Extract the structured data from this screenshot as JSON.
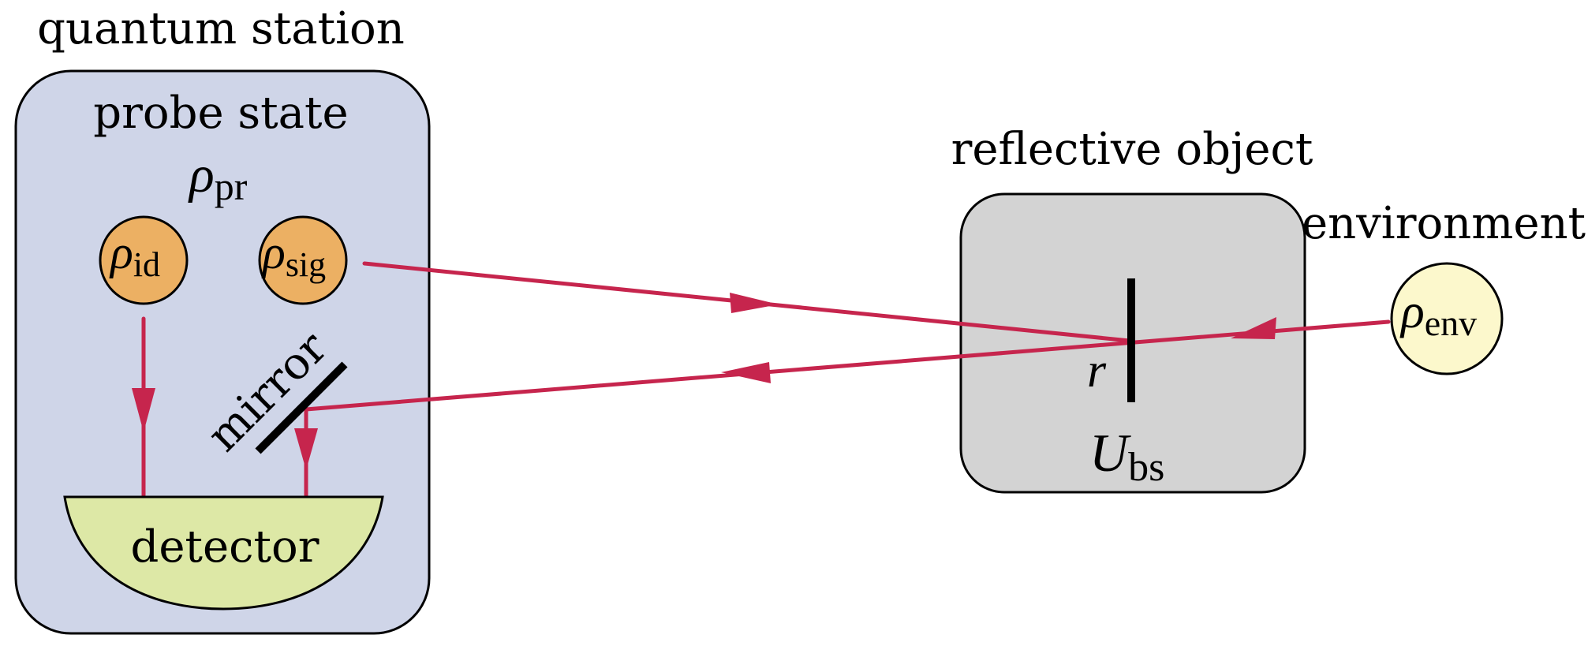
{
  "quantum_station": {
    "title": "quantum station",
    "probe_label": "probe state",
    "probe_symbol": "ρ",
    "probe_sub": "pr",
    "idler_symbol": "ρ",
    "idler_sub": "id",
    "signal_symbol": "ρ",
    "signal_sub": "sig",
    "mirror_label": "mirror",
    "detector_label": "detector"
  },
  "reflective_object": {
    "title": "reflective object",
    "reflectivity": "r",
    "unitary_symbol": "U",
    "unitary_sub": "bs"
  },
  "environment": {
    "title": "environment",
    "symbol": "ρ",
    "sub": "env"
  },
  "colors": {
    "station_fill": "#cfd5e8",
    "object_fill": "#d3d3d3",
    "mode_fill": "#ecb063",
    "env_fill": "#fcf8cc",
    "detector_fill": "#dde8a6",
    "beam": "#c6254d"
  }
}
